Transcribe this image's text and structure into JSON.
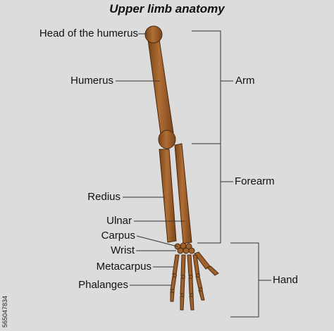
{
  "title": "Upper limb anatomy",
  "labels": {
    "head_of_humerus": "Head of the humerus",
    "humerus": "Humerus",
    "radius": "Redius",
    "ulna": "Ulnar",
    "carpus": "Carpus",
    "wrist": "Wrist",
    "metacarpus": "Metacarpus",
    "phalanges": "Phalanges"
  },
  "regions": {
    "arm": "Arm",
    "forearm": "Forearm",
    "hand": "Hand"
  },
  "watermark": "565047834",
  "colors": {
    "background": "#dcdcdc",
    "bone": "#a0622d",
    "bone_outline": "#4a2a10",
    "line": "#333333"
  }
}
